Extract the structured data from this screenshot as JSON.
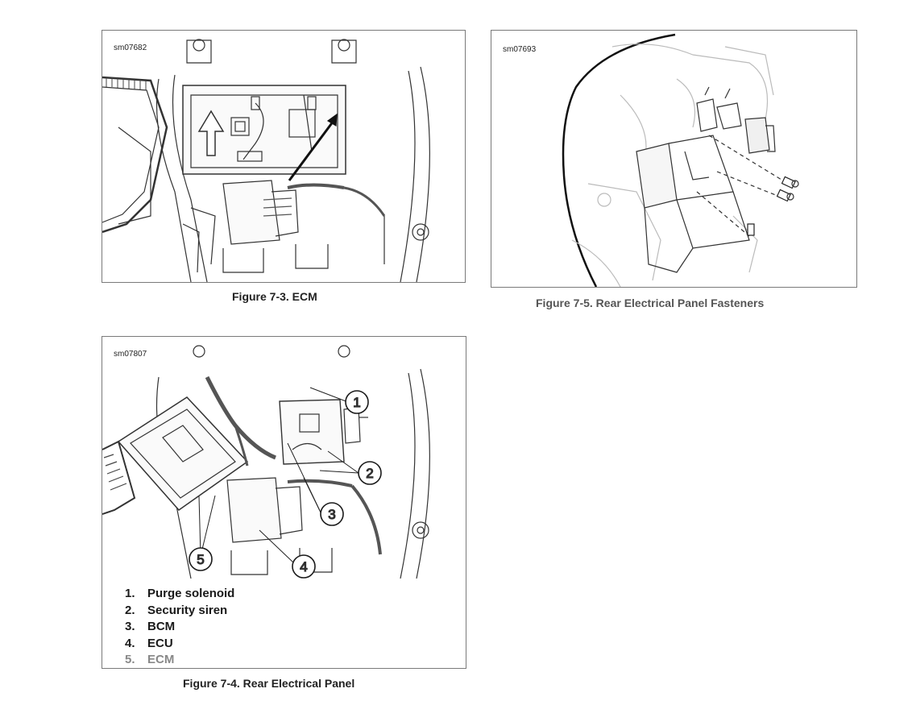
{
  "figures": [
    {
      "id_label": "sm07682",
      "caption": "Figure 7-3. ECM"
    },
    {
      "id_label": "sm07693",
      "caption": "Figure 7-5. Rear Electrical Panel Fasteners"
    },
    {
      "id_label": "sm07807",
      "caption": "Figure 7-4. Rear Electrical Panel",
      "callouts": [
        "1",
        "2",
        "3",
        "4",
        "5"
      ],
      "legend": [
        {
          "num": "1.",
          "label": "Purge solenoid"
        },
        {
          "num": "2.",
          "label": "Security siren"
        },
        {
          "num": "3.",
          "label": "BCM"
        },
        {
          "num": "4.",
          "label": "ECU"
        },
        {
          "num": "5.",
          "label": "ECM"
        }
      ]
    }
  ]
}
